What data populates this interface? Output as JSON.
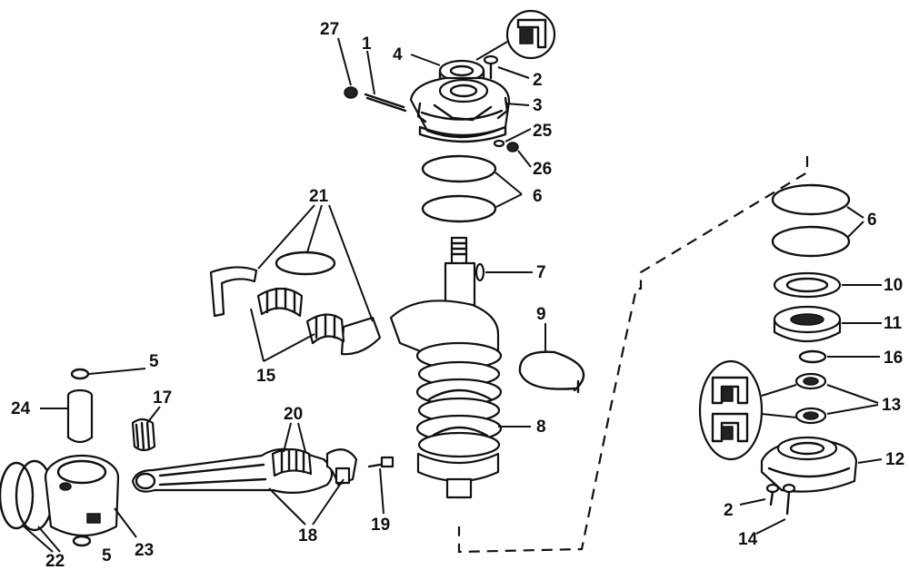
{
  "diagram": {
    "callouts": [
      {
        "id": "c27",
        "text": "27"
      },
      {
        "id": "c1",
        "text": "1"
      },
      {
        "id": "c4",
        "text": "4"
      },
      {
        "id": "c2a",
        "text": "2"
      },
      {
        "id": "c3",
        "text": "3"
      },
      {
        "id": "c25",
        "text": "25"
      },
      {
        "id": "c26",
        "text": "26"
      },
      {
        "id": "c6a",
        "text": "6"
      },
      {
        "id": "c21",
        "text": "21"
      },
      {
        "id": "c7",
        "text": "7"
      },
      {
        "id": "c9",
        "text": "9"
      },
      {
        "id": "c15",
        "text": "15"
      },
      {
        "id": "c5a",
        "text": "5"
      },
      {
        "id": "c24",
        "text": "24"
      },
      {
        "id": "c17",
        "text": "17"
      },
      {
        "id": "c20",
        "text": "20"
      },
      {
        "id": "c8",
        "text": "8"
      },
      {
        "id": "c18",
        "text": "18"
      },
      {
        "id": "c19",
        "text": "19"
      },
      {
        "id": "c22",
        "text": "22"
      },
      {
        "id": "c5b",
        "text": "5"
      },
      {
        "id": "c23",
        "text": "23"
      },
      {
        "id": "c6b",
        "text": "6"
      },
      {
        "id": "c10",
        "text": "10"
      },
      {
        "id": "c11",
        "text": "11"
      },
      {
        "id": "c16",
        "text": "16"
      },
      {
        "id": "c13",
        "text": "13"
      },
      {
        "id": "c12",
        "text": "12"
      },
      {
        "id": "c2b",
        "text": "2"
      },
      {
        "id": "c14",
        "text": "14"
      }
    ]
  }
}
